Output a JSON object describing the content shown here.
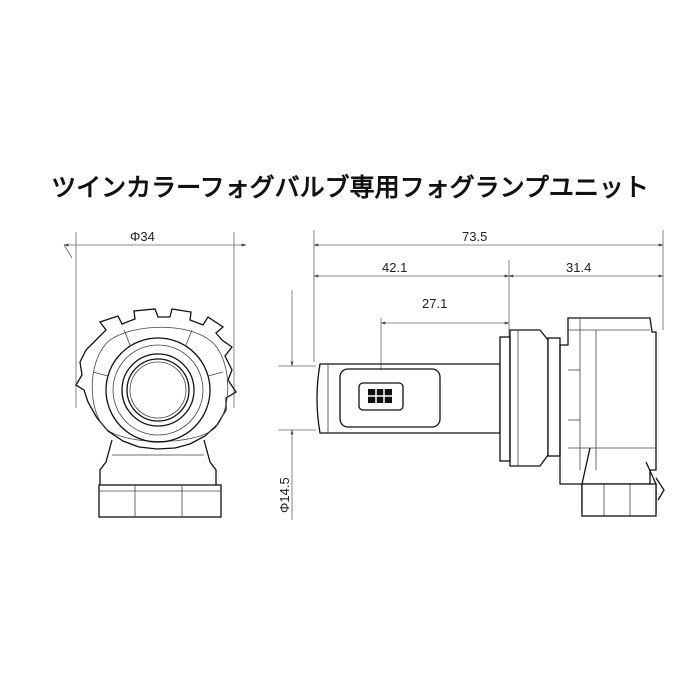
{
  "title": "ツインカラーフォグバルブ専用フォグランプユニット",
  "dimensions": {
    "front_diameter": "Φ34",
    "overall_length": "73.5",
    "length_to_flange": "42.1",
    "rear_length": "31.4",
    "led_offset": "27.1",
    "shaft_diameter": "Φ14.5"
  },
  "colors": {
    "line": "#111111",
    "background": "#ffffff"
  }
}
